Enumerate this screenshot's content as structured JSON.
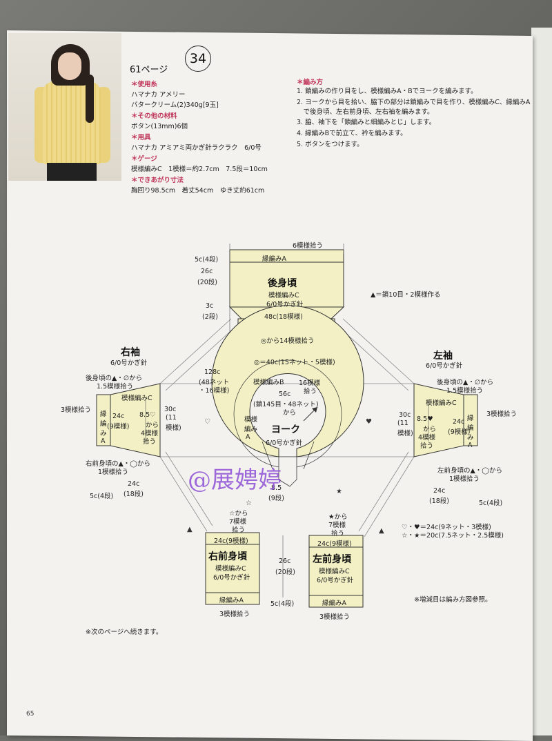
{
  "header": {
    "page_ref": "61ページ",
    "pattern_number": "34"
  },
  "materials": {
    "yarn_title": "＊使用糸",
    "yarn_line1": "ハマナカ アメリー",
    "yarn_line2": "バタークリーム(2)340g[9玉]",
    "other_title": "＊その他の材料",
    "other_line": "ボタン(13mm)6個",
    "tools_title": "＊用具",
    "tools_line": "ハマナカ アミアミ両かぎ針ラクラク　6/0号",
    "gauge_title": "＊ゲージ",
    "gauge_line": "模様編みC　1模様＝約2.7cm　7.5段＝10cm",
    "size_title": "＊できあがり寸法",
    "size_line": "胸回り98.5cm　着丈54cm　ゆき丈約61cm"
  },
  "instructions": {
    "title": "＊編み方",
    "steps": [
      "1. 鎖編みの作り目をし、模様編みA・Bでヨークを編みます。",
      "2. ヨークから目を拾い、脇下の部分は鎖編みで目を作り、模様編みC、縁編みA",
      "　で後身頃、左右前身頃、左右袖を編みます。",
      "3. 脇、袖下を「鎖編みと細編みとじ」します。",
      "4. 縁編みBで前立て、衿を編みます。",
      "5. ボタンをつけます。"
    ]
  },
  "diagram": {
    "back": {
      "title": "後身頃",
      "pattern": "模様編みC",
      "hook": "6/0号かぎ針",
      "border": "縁編みA",
      "width": "48c(18模様)",
      "pickup_top": "6模様拾う",
      "pickup_bottom": "◎から14模様拾う",
      "d_5c": "5c(4段)",
      "d_26c": "26c",
      "d_20": "(20段)",
      "d_3c": "3c",
      "d_2": "(2段)",
      "chain_note": "▲＝鎖10目・2模様作る"
    },
    "yoke": {
      "title": "ヨーク",
      "hook": "6/0号かぎ針",
      "patternB": "模様編みB",
      "patternA1": "模様",
      "patternA2": "編み",
      "patternA3": "A",
      "inner1": "56c",
      "inner2": "(鎖145目・48ネット)",
      "inner3": "から",
      "outer1": "128c",
      "outer2": "(48ネット",
      "outer3": "・16模様)",
      "top_note": "◎＝40c(15ネット・5模様)",
      "rows16_1": "16模様",
      "rows16_2": "拾う",
      "d85": "8.5",
      "d9": "(9段)"
    },
    "right_sleeve": {
      "title": "右袖",
      "hook": "6/0号かぎ針",
      "pickup1": "後身頃の▲・∅から",
      "pickup2": "1.5模様拾う",
      "pattern": "模様編みC",
      "d24": "24c",
      "d9": "(9模様)",
      "side_pickup": "3模様拾う",
      "border1": "縁",
      "border2": "編",
      "border3": "み",
      "border4": "A",
      "front1": "右前身頃の▲・◯から",
      "front2": "1模様拾う",
      "inner1": "8.5♡",
      "inner2": "から",
      "inner3": "4模様",
      "inner4": "拾う",
      "d30": "30c",
      "d11": "(11",
      "d11b": "模様)",
      "w24": "24c",
      "w18": "(18段)",
      "w5": "5c(4段)"
    },
    "left_sleeve": {
      "title": "左袖",
      "hook": "6/0号かぎ針",
      "pickup1": "後身頃の▲・∅から",
      "pickup2": "1.5模様拾う",
      "pattern": "模様編みC",
      "d24": "24c",
      "d9": "(9模様)",
      "side_pickup": "3模様拾う",
      "border1": "縁",
      "border2": "編",
      "border3": "み",
      "border4": "A",
      "front1": "左前身頃の▲・◯から",
      "front2": "1模様拾う",
      "inner1": "8.5♥",
      "inner2": "から",
      "inner3": "4模様",
      "inner4": "拾う",
      "d30": "30c",
      "d11": "(11",
      "d11b": "模様)",
      "w24": "24c",
      "w18": "(18段)",
      "w5": "5c(4段)"
    },
    "right_front": {
      "title": "右前身頃",
      "pattern": "模様編みC",
      "hook": "6/0号かぎ針",
      "border": "縁編みA",
      "width": "24c(9模様)",
      "from1": "☆から",
      "from2": "7模様",
      "from3": "拾う",
      "pickup_bottom": "3模様拾う"
    },
    "left_front": {
      "title": "左前身頃",
      "pattern": "模様編みC",
      "hook": "6/0号かぎ針",
      "border": "縁編みA",
      "width": "24c(9模様)",
      "from1": "★から",
      "from2": "7模様",
      "from3": "拾う",
      "pickup_bottom": "3模様拾う",
      "d26": "26c",
      "d20": "(20段)",
      "d5": "5c(4段)"
    },
    "legend1": "♡・♥＝24c(9ネット・3模様)",
    "legend2": "☆・★＝20c(7.5ネット・2.5模様)",
    "increase_note": "※増減目は編み方図参照。",
    "continue_note": "※次のページへ続きます。"
  },
  "watermark": "@展娉婷",
  "page_number": "65",
  "colors": {
    "piece_fill": "#f2f0c4",
    "line": "#333333",
    "pink": "#c0365a",
    "watermark": "#8e4fd6"
  }
}
